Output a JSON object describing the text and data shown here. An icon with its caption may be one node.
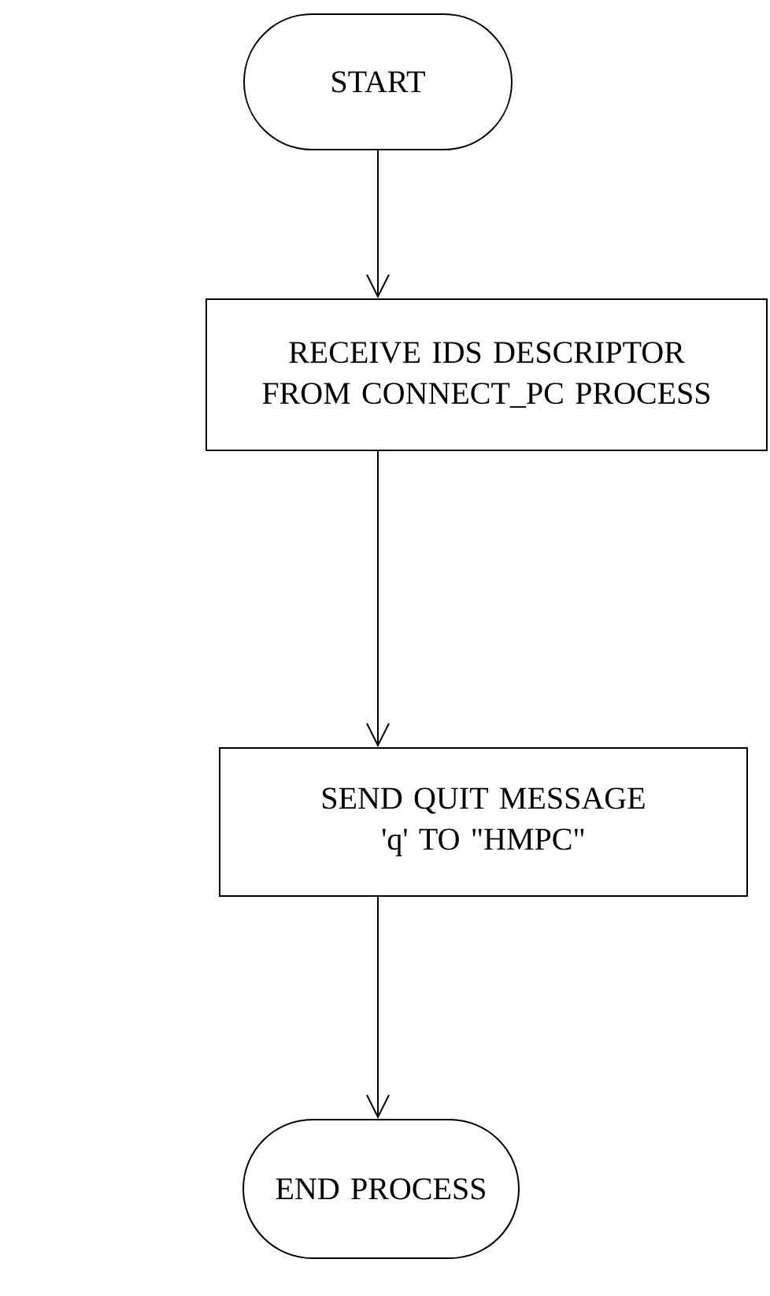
{
  "diagram": {
    "nodes": [
      {
        "text": [
          "START"
        ]
      },
      {
        "text": [
          "RECEIVE IDS DESCRIPTOR FROM CONNECT_PC PROCESS"
        ]
      },
      {
        "text": [
          "SEND QUIT MESSAGE 'q' TO \"HMPC\""
        ]
      },
      {
        "text": [
          "END PROCESS"
        ]
      }
    ],
    "edges": [
      {
        "from": 0,
        "to": 1,
        "arrow": "to"
      },
      {
        "from": 1,
        "to": 2,
        "arrow": "to"
      },
      {
        "from": 2,
        "to": 3,
        "arrow": "to"
      }
    ]
  }
}
